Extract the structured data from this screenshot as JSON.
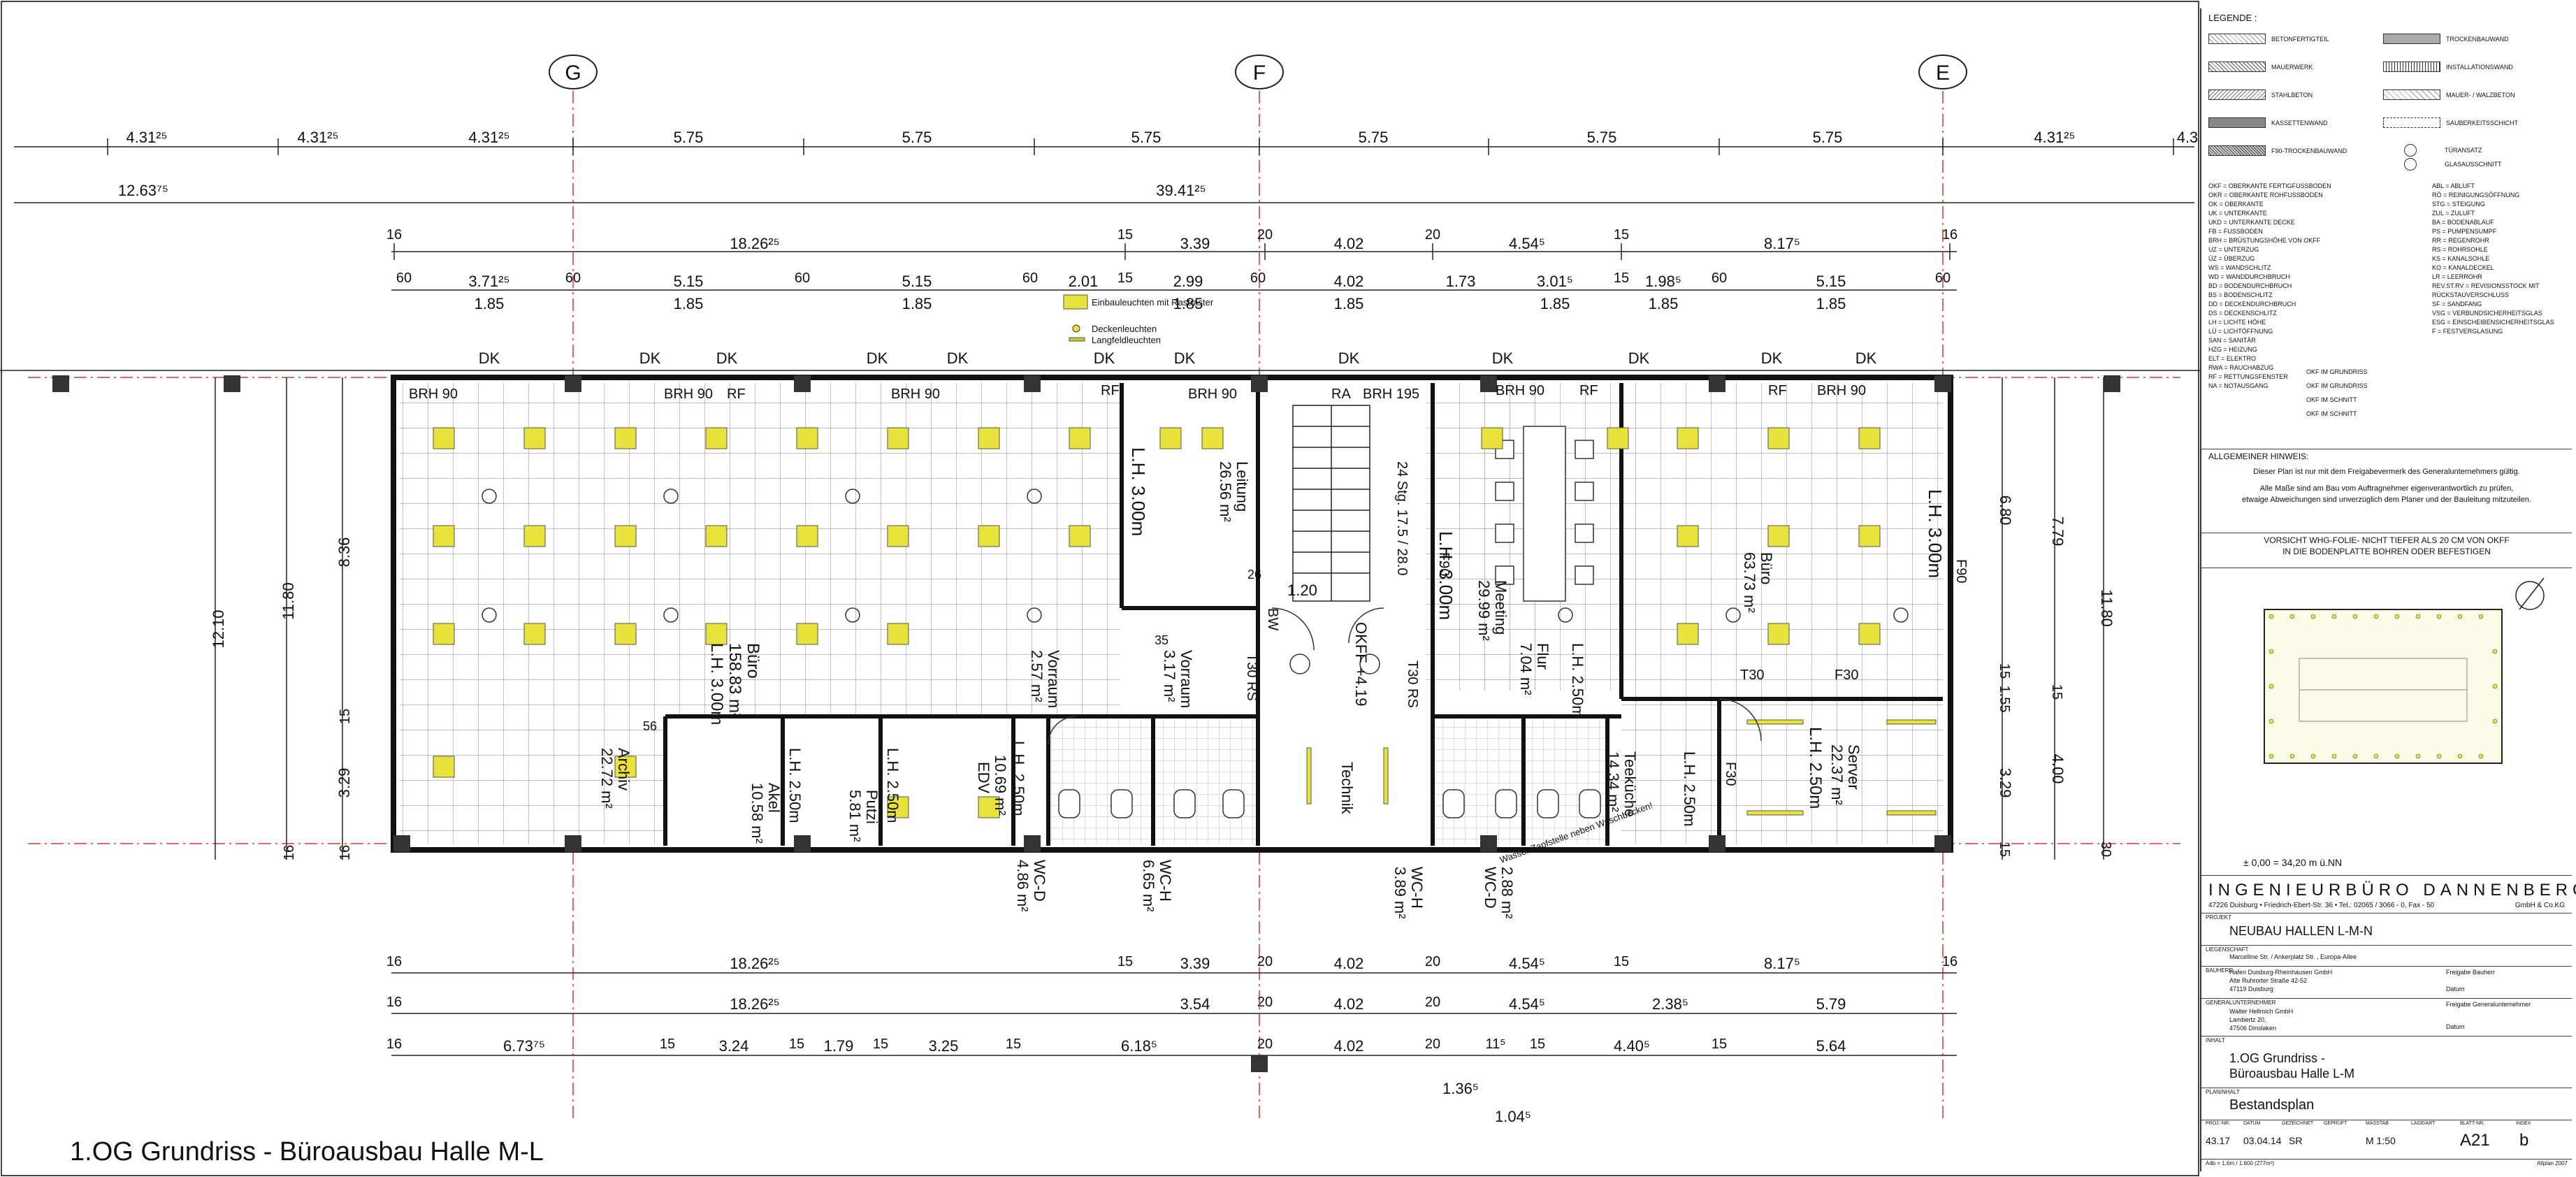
{
  "sheet_title": "1.OG Grundriss  -  Büroausbau  Halle  M-L",
  "axes": [
    "G",
    "F",
    "E"
  ],
  "dims": {
    "row1": [
      "4.31²⁵",
      "4.31²⁵",
      "4.31²⁵",
      "5.75",
      "5.75",
      "5.75",
      "5.75",
      "5.75",
      "5.75",
      "4.31²⁵",
      "4.3"
    ],
    "row2": [
      "12.63⁷⁵",
      "39.41²⁵"
    ],
    "row3": [
      "16",
      "18.26²⁵",
      "15",
      "3.39",
      "20",
      "4.02",
      "20",
      "4.54⁵",
      "15",
      "8.17⁵",
      "16"
    ],
    "row4": [
      "60",
      "3.71²⁵",
      "60",
      "5.15",
      "60",
      "5.15",
      "60",
      "2.01",
      "15",
      "2.99",
      "60",
      "4.02",
      "1.73",
      "3.01⁵",
      "15",
      "1.98⁵",
      "60",
      "5.15",
      "60"
    ],
    "row4b": [
      "1.85",
      "1.85",
      "1.85",
      "1.85",
      "1.85",
      "1.85",
      "1.85",
      "1.85"
    ],
    "bottom1": [
      "16",
      "18.26²⁵",
      "15",
      "3.39",
      "20",
      "4.02",
      "20",
      "4.54⁵",
      "15",
      "8.17⁵",
      "16"
    ],
    "bottom2": [
      "16",
      "18.26²⁵",
      "3.54",
      "20",
      "4.02",
      "20",
      "4.54⁵",
      "2.38⁵",
      "5.79"
    ],
    "bottom3": [
      "16",
      "6.73⁷⁵",
      "15",
      "3.24",
      "15",
      "1.79",
      "15",
      "3.25",
      "15",
      "6.18⁵",
      "20",
      "4.02",
      "20",
      "11⁵",
      "15",
      "4.40⁵",
      "15",
      "5.64"
    ],
    "bottom4": [
      "1.36⁵",
      "1.04⁵"
    ],
    "left": [
      "12.10",
      "11.80",
      "8.36",
      "15",
      "3.29",
      "16",
      "16"
    ],
    "right": [
      "6.80",
      "7.79",
      "11.80",
      "15",
      "1.55",
      "15",
      "3.29",
      "4.00",
      "15",
      "30"
    ]
  },
  "fixture_legend": [
    "Einbauleuchten mit Rastraster",
    "Deckenleuchten",
    "Langfeldleuchten"
  ],
  "rooms": [
    {
      "name": "Büro",
      "area": "158.83 m²",
      "lh": "L.H. 3.00m"
    },
    {
      "name": "Archiv",
      "area": "22.72 m²"
    },
    {
      "name": "Akel",
      "area": "10.58 m²",
      "lh": "L.H. 2.50m"
    },
    {
      "name": "Putzi",
      "area": "5.81 m²",
      "lh": "L.H. 2.50m"
    },
    {
      "name": "EDV",
      "area": "10.69 m²",
      "lh": "L.H. 2.50m"
    },
    {
      "name": "Vorraum",
      "area": "2.57 m²"
    },
    {
      "name": "Vorraum",
      "area": "3.17 m²"
    },
    {
      "name": "Leitung",
      "area": "26.56 m²",
      "lh": "L.H. 3.00m"
    },
    {
      "name": "WC-D",
      "area": "4.86 m²"
    },
    {
      "name": "WC-H",
      "area": "6.65 m²"
    },
    {
      "name": "Technik"
    },
    {
      "name": "Meeting",
      "area": "29.99 m²",
      "lh": "L.H. 3.00m"
    },
    {
      "name": "Flur",
      "area": "7.04 m²",
      "lh": "L.H. 2.50m"
    },
    {
      "name": "WC-H",
      "area": "3.89 m²"
    },
    {
      "name": "WC-D",
      "area": "2.88 m²"
    },
    {
      "name": "Teeküche",
      "area": "14.34 m²",
      "lh": "L.H. 2.50m"
    },
    {
      "name": "Büro",
      "area": "63.73 m²",
      "lh": "L.H. 3.00m"
    },
    {
      "name": "Server",
      "area": "22.37 m²",
      "lh": "L.H. 2.50m"
    }
  ],
  "plan_labels": {
    "dk": "DK",
    "brh90": "BRH 90",
    "rf": "RF",
    "brh195": "BRH 195",
    "ra": "RA",
    "stair": "24 Stg. 17.5 / 28.0",
    "okff": "OKFF +4.19",
    "t30rs": "T30 RS",
    "f90": "F90",
    "t30": "T30",
    "f30": "F30",
    "bw": "BW",
    "v120": "1.20",
    "note_wc": "Wasser Zapfstelle neben Waschbecken!",
    "v56": "56",
    "v35": "35",
    "v26": "26"
  },
  "legend": {
    "title": "LEGENDE :",
    "materials_left": [
      "BETONFERTIGTEIL",
      "MAUERWERK",
      "STAHLBETON",
      "KASSETTENWAND",
      "F90-TROCKENBAUWAND"
    ],
    "materials_right": [
      "TROCKENBAUWAND",
      "INSTALLATIONSWAND",
      "MAUER- / WALZBETON",
      "SAUBERKEITSSCHICHT"
    ],
    "abbreviations": [
      "OKF = OBERKANTE FERTIGFUSSBODEN",
      "OKR = OBERKANTE ROHFUSSBODEN",
      "OK = OBERKANTE",
      "UK = UNTERKANTE",
      "UKD = UNTERKANTE DECKE",
      "FB = FUSSBODEN",
      "BRH = BRÜSTUNGSHÖHE VON OKFF",
      "UZ = UNTERZUG",
      "ÜZ = ÜBERZUG",
      "WS = WANDSCHLITZ",
      "WD = WANDDURCHBRUCH",
      "BD = BODENDURCHBRUCH",
      "BS = BODENSCHLITZ",
      "DD = DECKENDURCHBRUCH",
      "DS = DECKENSCHLITZ",
      "LH = LICHTE HÖHE",
      "LÜ = LICHTÖFFNUNG",
      "SAN = SANITÄR",
      "HZG = HEIZUNG",
      "ELT = ELEKTRO",
      "RWA = RAUCHABZUG",
      "RF = RETTUNGSFENSTER",
      "NA = NOTAUSGANG"
    ],
    "abbreviations2": [
      "ABL = ABLUFT",
      "RÖ = REINIGUNGSÖFFNUNG",
      "STG = STEIGUNG",
      "ZUL = ZULUFT",
      "BA = BODENABLAUF",
      "PS = PUMPENSUMPF",
      "RR = REGENROHR",
      "RS = ROHRSOHLE",
      "KS = KANALSOHLE",
      "KO = KANALDECKEL",
      "LR = LEERROHR",
      "REV.ST.RV = REVISIONSSTOCK MIT RÜCKSTAUVERSCHLUSS",
      "SF = SANDFANG",
      "VSG = VERBUNDSICHERHEITSGLAS",
      "ESG = EINSCHEIBENSICHERHEITSGLAS",
      "F = FESTVERGLASUNG"
    ],
    "symbols": [
      "TÜRANSATZ",
      "GLASAUSSCHNITT",
      "OKF IM GRUNDRISS",
      "OKF IM GRUNDRISS",
      "OKF IM SCHNITT",
      "OKF IM SCHNITT"
    ]
  },
  "notes": {
    "heading": "ALLGEMEINER HINWEIS:",
    "line1": "Dieser Plan ist nur mit dem Freigabevermerk des Generalunternehmers gültig.",
    "line2": "Alle Maße sind am Bau vom Auftragnehmer eigenverantwortlich zu prüfen,",
    "line3": "etwaige Abweichungen sind unverzüglich dem Planer und der Bauleitung mitzuteilen.",
    "warn1": "VORSICHT WHG-FOLIE- NICHT TIEFER ALS 20 CM VON OKFF",
    "warn2": "IN DIE BODENPLATTE BOHREN ODER BEFESTIGEN"
  },
  "keyplan_label": "± 0,00  =  34,20 m ü.NN",
  "title_block": {
    "office": "INGENIEURBÜRO DANNENBERG",
    "office_addr": "47226 Duisburg • Friedrich-Ebert-Str. 36 • Tel.: 02065 / 3066 - 0, Fax - 50",
    "office_form": "GmbH & Co.KG",
    "project_label": "PROJEKT",
    "project": "NEUBAU HALLEN  L-M-N",
    "location_label": "LIEGENSCHAFT",
    "location": "Marcelline Str. / Ankerplatz Str. , Europa-Allee",
    "client_label": "BAUHERR",
    "client": [
      "Hafen Duisburg-Rheinhausen GmbH",
      "Alte Ruhrorter Straße 42-52",
      "47119 Duisburg"
    ],
    "gu_label": "GENERALUNTERNEHMER",
    "gu": [
      "Walter Hellmich GmbH",
      "Lambertz 20,",
      "47506 Dinslaken"
    ],
    "release_builder": "Freigabe Bauherr",
    "release_gu": "Freigabe Generalunternehmer",
    "date_label": "Datum",
    "drawing_label": "INHALT",
    "drawing": [
      "1.OG Grundriss -",
      "Büroausbau Halle L-M"
    ],
    "plan_type_label": "PLANINHALT",
    "plan_type": "Bestandsplan",
    "fields": {
      "proj_no": "43.17",
      "date": "03.04.14",
      "drawn": "SR",
      "scale": "M 1:50",
      "sheet": "A21",
      "index": "b"
    },
    "field_labels": [
      "PROJ.-NR.",
      "DATUM",
      "GEZEICHNET",
      "GEPRÜFT",
      "MASSTAB",
      "LAGE/ART",
      "BLATT-NR.",
      "INDEX"
    ],
    "footer": "Allplan 2007",
    "footer2": "A4b = 1,6m / 1.600 (277m²)"
  }
}
